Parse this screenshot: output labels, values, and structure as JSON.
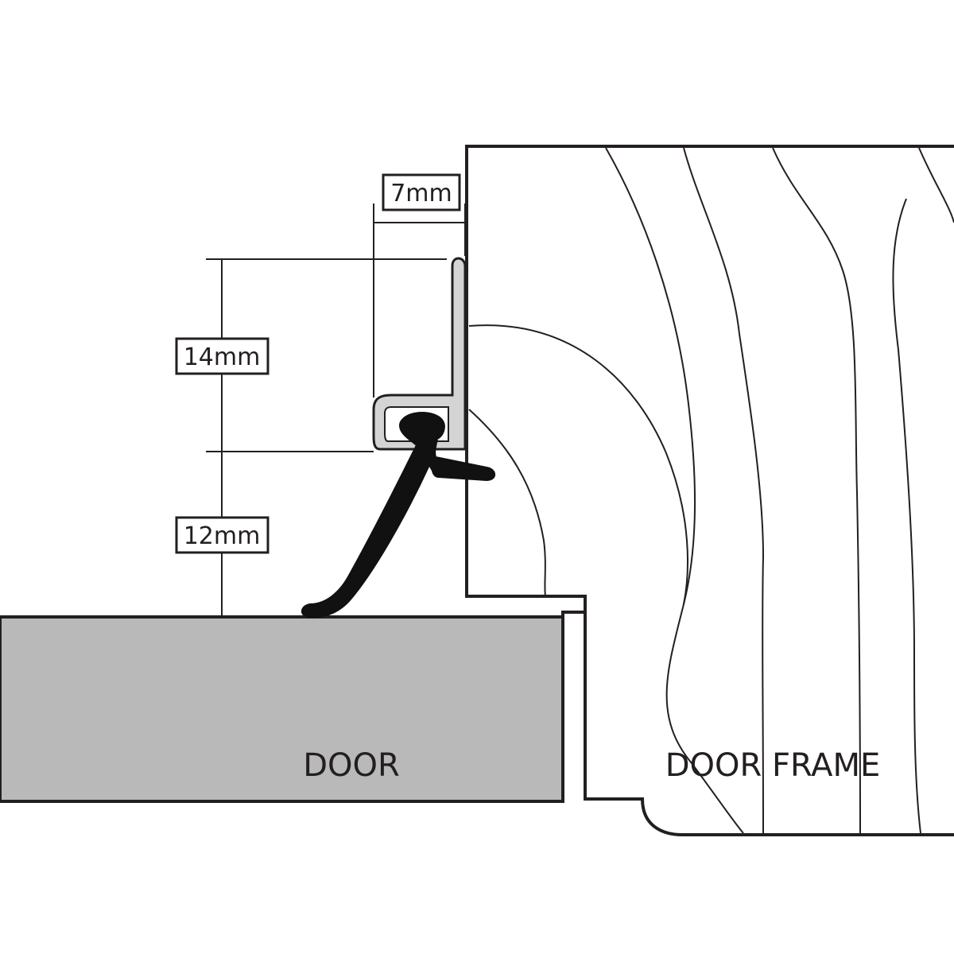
{
  "dimensions": {
    "width_label": "7mm",
    "upper_height_label": "14mm",
    "lower_height_label": "12mm"
  },
  "parts": {
    "door_label": "DOOR",
    "frame_label": "DOOR FRAME"
  },
  "colors": {
    "door_fill": "#b9b9b9",
    "profile_fill": "#d6d6d6",
    "seal_fill": "#111111",
    "line": "#231f20"
  }
}
